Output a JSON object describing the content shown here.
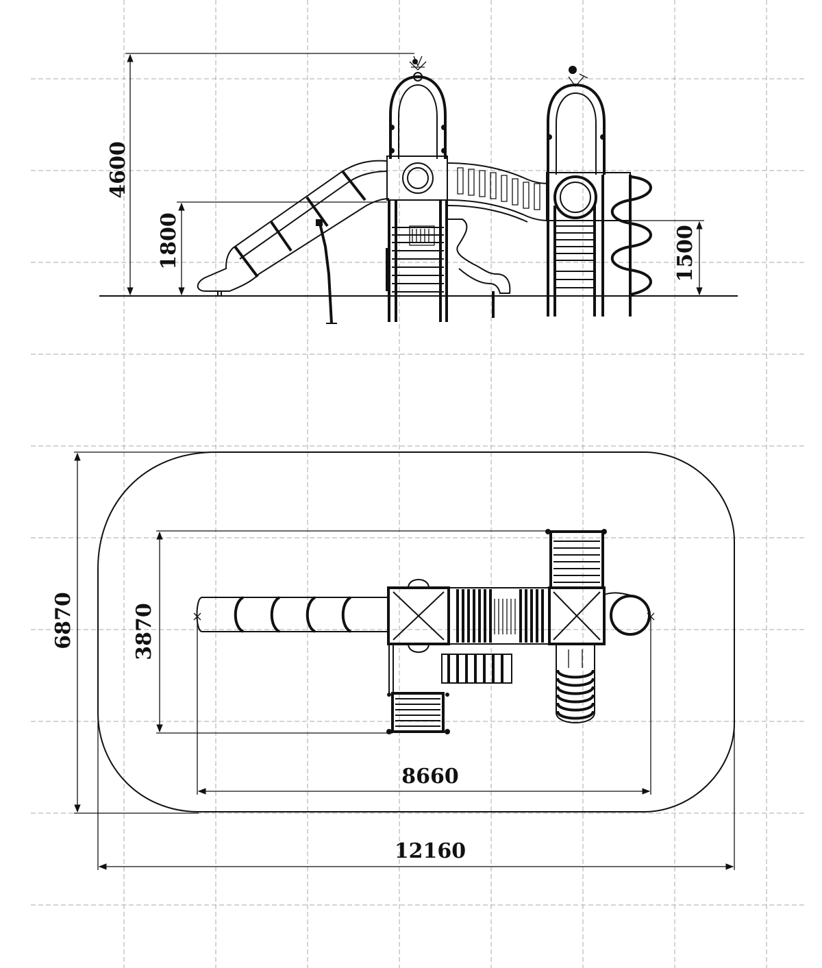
{
  "dimensions": {
    "elevation_total_height": "4600",
    "elevation_slide_platform_height": "1800",
    "elevation_right_platform_height": "1500",
    "plan_depth_outer": "6870",
    "plan_depth_structure": "3870",
    "plan_length_structure": "8660",
    "plan_length_outer": "12160"
  },
  "colors": {
    "line": "#111111",
    "grid": "#a8a8a8",
    "background": "#ffffff"
  }
}
